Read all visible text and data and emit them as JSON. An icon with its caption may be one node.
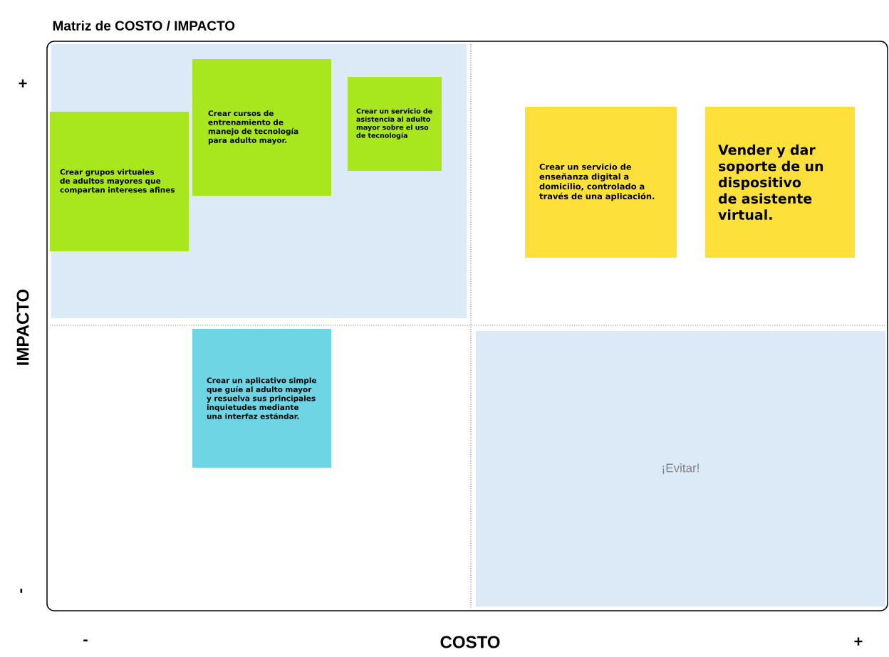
{
  "diagram": {
    "title": "Matriz de COSTO / IMPACTO",
    "nodes": [
      {
        "text": [
          "Crear grupos virtuales de adultos mayores que compartan intereses afines"
        ]
      },
      {
        "text": [
          "Crear cursos de entrenamiento de manejo de tecnología para adulto mayor."
        ]
      },
      {
        "text": [
          "Crear un servicio de asistencia al adulto mayor sobre el uso de tecnología"
        ]
      },
      {
        "text": [
          "Crear un servicio de enseñanza digital a domicilio, controlado a través de una aplicación."
        ]
      },
      {
        "text": [
          "Vender y dar soporte de un dispositivo de asistente virtual."
        ]
      },
      {
        "text": [
          "Crear un aplicativo simple que guíe al adulto mayor y resuelva sus principales inquietudes mediante una interfaz estándar."
        ]
      },
      {
        "text": [
          "¡Evitar!"
        ]
      }
    ],
    "labels": [
      "+",
      "IMPACTO",
      "-",
      "-",
      "COSTO",
      "+"
    ]
  }
}
